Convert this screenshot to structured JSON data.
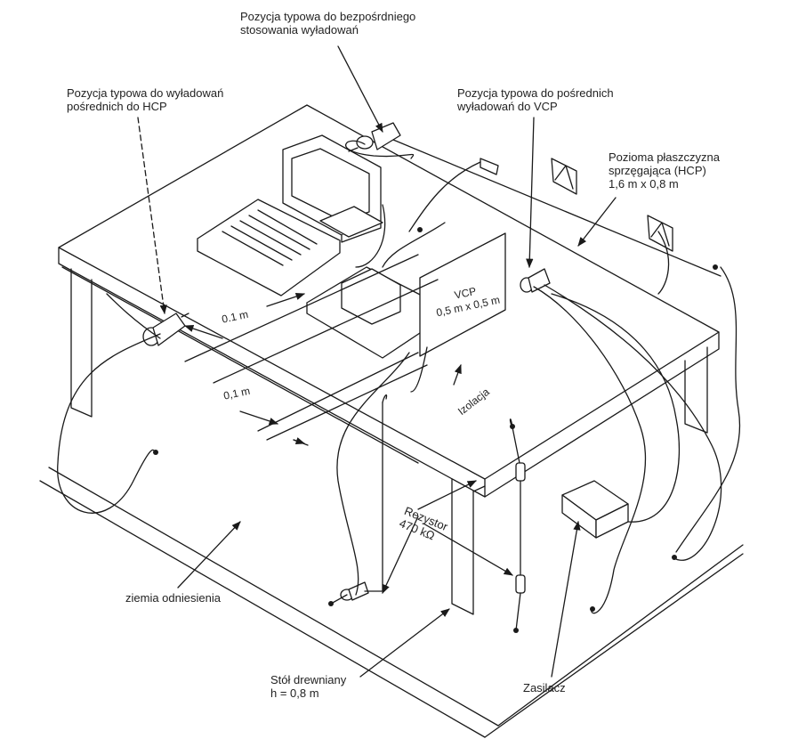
{
  "labels": {
    "direct_discharge": [
      "Pozycja typowa do bezpośrdniego",
      "stosowania wyładowań"
    ],
    "indirect_hcp": [
      "Pozycja typowa do wyładowań",
      "pośrednich do HCP"
    ],
    "indirect_vcp": [
      "Pozycja typowa do pośrednich",
      "wyładowań do VCP"
    ],
    "hcp": [
      "Pozioma płaszczyzna",
      "sprzęgająca (HCP)",
      "1,6 m x 0,8 m"
    ],
    "vcp": [
      "VCP",
      "0,5 m x 0,5 m"
    ],
    "dist_top": "0.1 m",
    "dist_bottom": "0,1 m",
    "insulation": "Izolacja",
    "resistor": [
      "Rezystor",
      "470 kΩ"
    ],
    "ground": "ziemia  odniesienia",
    "table": [
      "Stół drewniany",
      "h = 0,8 m"
    ],
    "power_supply": "Zasilacz"
  },
  "colors": {
    "ink": "#1a1a1a",
    "paper": "#ffffff",
    "shade": "#d8d8d8"
  }
}
